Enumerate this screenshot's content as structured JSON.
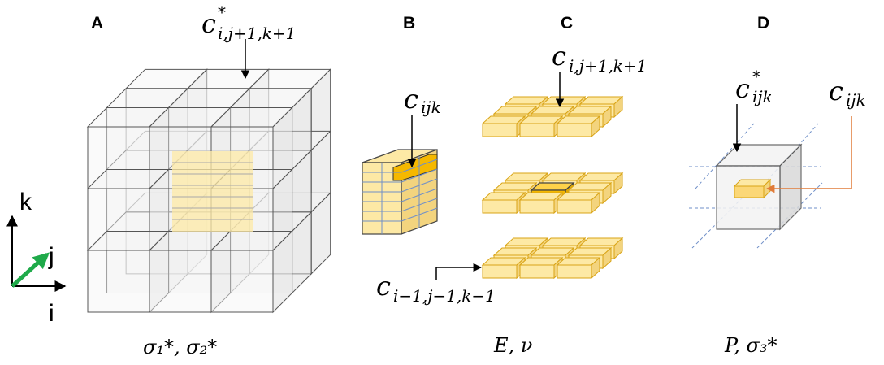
{
  "panels": {
    "a": {
      "letter": "A",
      "top_label": {
        "base": "c",
        "sup": "*",
        "sub": "i,j+1,k+1"
      },
      "caption": "σ₁*, σ₂*"
    },
    "b": {
      "letter": "B",
      "label": {
        "base": "c",
        "sub": "ijk"
      }
    },
    "c": {
      "letter": "C",
      "top_label": {
        "base": "c",
        "sub": "i,j+1,k+1"
      },
      "bottom_label": {
        "base": "c",
        "sub": "i−1,j−1,k−1"
      },
      "caption": "E, ν"
    },
    "d": {
      "letter": "D",
      "label_left": {
        "base": "c",
        "sup": "*",
        "sub": "ijk"
      },
      "label_right": {
        "base": "c",
        "sub": "ijk"
      },
      "caption": "P, σ₃*"
    }
  },
  "axes": {
    "k": "k",
    "j": "j",
    "i": "i"
  },
  "colors": {
    "cube_fill": "#f3f3f3",
    "cube_stroke": "#555555",
    "yellow_light": "#fde9a5",
    "yellow_side": "#f3d47e",
    "yellow_stroke": "#d9a416",
    "yellow_dark": "#f5b800",
    "grid_blue": "#6f8fc8",
    "arrow_orange": "#e07b39",
    "axis_green": "#1faa4a"
  }
}
